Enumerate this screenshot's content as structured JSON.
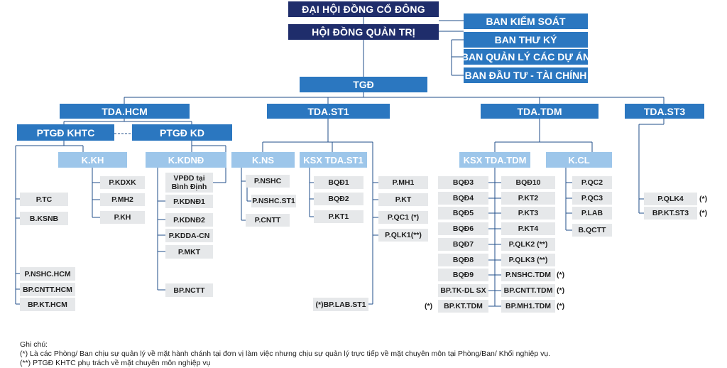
{
  "top": {
    "shareholders": "ĐẠI HỘI ĐỒNG CỔ ĐÔNG",
    "board": "HỘI ĐỒNG QUẢN TRỊ",
    "supervisory": "BAN KIỂM SOÁT",
    "secretary": "BAN THƯ KÝ",
    "project_mgmt": "BAN QUẢN LÝ CÁC DỰ ÁN",
    "invest_finance": "BAN ĐẦU TƯ - TÀI CHÍNH",
    "ceo": "TGĐ"
  },
  "tda_hcm": {
    "title": "TDA.HCM",
    "ptgd_khtc": "PTGĐ KHTC",
    "ptgd_kd": "PTGĐ KD",
    "left_items": [
      "P.TC",
      "B.KSNB"
    ],
    "left_bottom": [
      "P.NSHC.HCM",
      "BP.CNTT.HCM",
      "BP.KT.HCM"
    ],
    "kkh": {
      "title": "K.KH",
      "items": [
        "P.KDXK",
        "P.MH2",
        "P.KH"
      ]
    },
    "kkdnd": {
      "title": "K.KDNĐ",
      "vpdd_line1": "VPĐD tại",
      "vpdd_line2": "Bình Định",
      "items": [
        "P.KDNĐ1",
        "P.KDNĐ2",
        "P.KDDA-CN",
        "P.MKT"
      ],
      "last": "BP.NCTT"
    }
  },
  "tda_st1": {
    "title": "TDA.ST1",
    "kns": {
      "title": "K.NS",
      "items": [
        "P.NSHC",
        "P.NSHC.ST1",
        "P.CNTT"
      ]
    },
    "ksx": {
      "title": "KSX TDA.ST1",
      "items": [
        "BQĐ1",
        "BQĐ2",
        "P.KT1"
      ],
      "lab": "(*)BP.LAB.ST1"
    },
    "right_items": [
      "P.MH1",
      "P.KT",
      "P.QC1 (*)",
      "P.QLK1(**)"
    ]
  },
  "tda_tdm": {
    "title": "TDA.TDM",
    "ksx": {
      "title": "KSX TDA.TDM",
      "col1": [
        "BQĐ3",
        "BQĐ4",
        "BQĐ5",
        "BQĐ6",
        "BQĐ7",
        "BQĐ8",
        "BQĐ9",
        "BP.TK-DL SX",
        "BP.KT.TDM"
      ],
      "col2": [
        "BQĐ10",
        "P.KT2",
        "P.KT3",
        "P.KT4",
        "P.QLK2 (**)",
        "P.QLK3 (**)",
        "P.NSHC.TDM",
        "BP.CNTT.TDM",
        "BP.MH1.TDM"
      ]
    },
    "kcl": {
      "title": "K.CL",
      "items": [
        "P.QC2",
        "P.QC3",
        "P.LAB",
        "B.QCTT"
      ]
    },
    "mark_star": "(*)"
  },
  "tda_st3": {
    "title": "TDA.ST3",
    "items": [
      "P.QLK4",
      "BP.KT.ST3"
    ],
    "mark_star": "(*)"
  },
  "notes": {
    "heading": "Ghi chú:",
    "line1": "(*) Là các Phòng/ Ban chịu sự quản lý về mặt hành chánh tại đơn vị làm việc nhưng chịu sự quản lý trực tiếp về mặt chuyên môn tại Phòng/Ban/ Khối nghiệp vụ.",
    "line2": "(**) PTGĐ KHTC phụ trách về mặt chuyên môn nghiệp vụ"
  },
  "colors": {
    "navy": "#1f2d6b",
    "blue": "#2b77c0",
    "light_blue": "#9dc6ea",
    "gray_box": "#e6e8ea",
    "line": "#1f4e8a"
  }
}
